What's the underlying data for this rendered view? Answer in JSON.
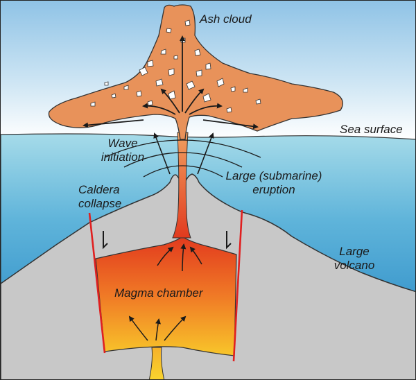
{
  "labels": {
    "ash_cloud": "Ash cloud",
    "sea_surface": "Sea surface",
    "wave_initiation": [
      "Wave",
      "initiation"
    ],
    "caldera_collapse": [
      "Caldera",
      "collapse"
    ],
    "large_eruption": [
      "Large (submarine)",
      "eruption"
    ],
    "large_volcano": [
      "Large",
      "volcano"
    ],
    "magma_chamber": "Magma chamber"
  },
  "colors": {
    "sky_top": "#8fc3e6",
    "sky_bottom": "#ffffff",
    "sea_top": "#9ad4e6",
    "sea_bottom": "#1f86c4",
    "rock": "#c8c8c8",
    "ash": "#e8925a",
    "magma_top": "#e8431f",
    "magma_bottom": "#f6c22a",
    "fault": "#e02020"
  }
}
